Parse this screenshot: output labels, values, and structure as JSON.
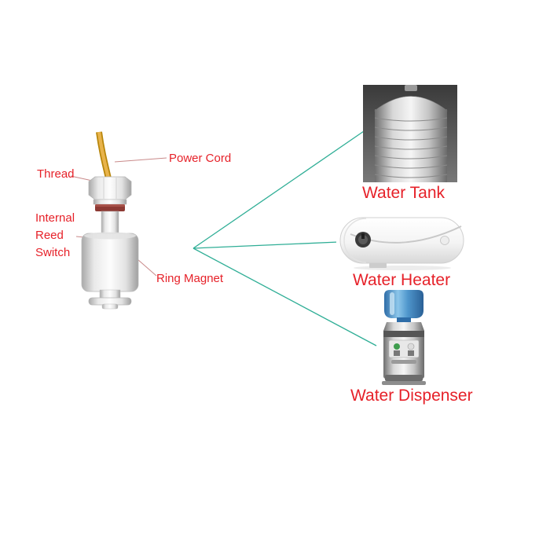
{
  "sensor": {
    "parts": {
      "power_cord": "Power Cord",
      "thread": "Thread",
      "internal_reed_switch": [
        "Internal",
        "Reed",
        "Switch"
      ],
      "ring_magnet": "Ring Magnet"
    }
  },
  "applications": [
    {
      "name": "Water Tank"
    },
    {
      "name": "Water Heater"
    },
    {
      "name": "Water Dispenser"
    }
  ],
  "colors": {
    "label_red": "#e62129",
    "connector_teal": "#2fae96",
    "annotation_line": "#c98a8a",
    "wire_yellow": "#e8b34b",
    "oring_red": "#8d3a34",
    "bottle_blue": "#4f96cc"
  }
}
